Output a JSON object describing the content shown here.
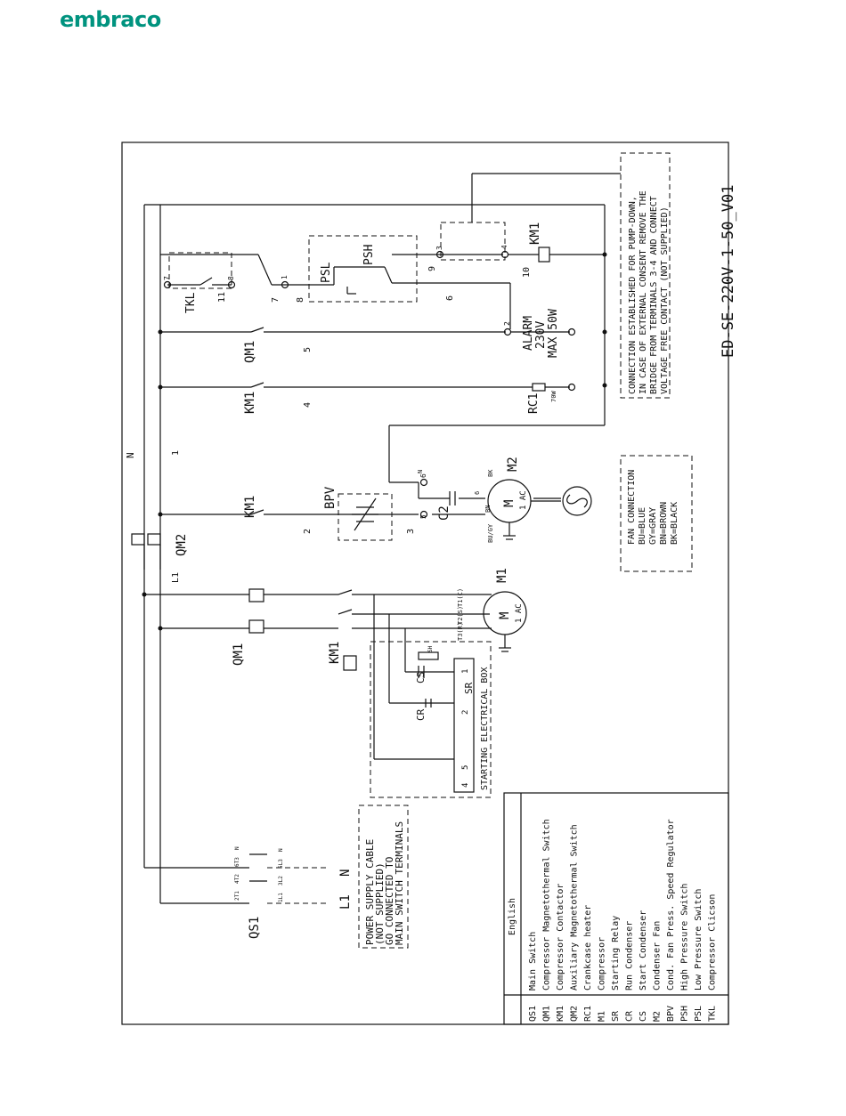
{
  "logo": {
    "text": "embraco",
    "color": "#00937f"
  },
  "drawing_code": "ED-SE-220V-1-50_V01",
  "notes": {
    "pump_down": [
      "CONNECTION ESTABLISHED FOR PUMP-DOWN,",
      "IN CASE OF EXTERNAL CONSENT REMOVE THE",
      "BRIDGE FROM TERMINALS 3-4 AND CONNECT",
      "VOLTAGE FREE CONTACT (NOT SUPPLIED)"
    ],
    "fan_connection": [
      "FAN CONNECTION",
      "BU=BLUE",
      "GY=GRAY",
      "BN=BROWN",
      "BK=BLACK"
    ],
    "power_cable": [
      "POWER SUPPLY CABLE",
      "(NOT SUPPLIED)",
      "GO CONNECTED TO",
      "MAIN SWITCH TERMINALS"
    ]
  },
  "labels": {
    "qs1": "QS1",
    "qm1_main": "QM1",
    "qm1_aux": "QM1",
    "km1_coil": "KM1",
    "km1_contact_bpv": "KM1",
    "km1_contact_rc1": "KM1",
    "km1_contact_4": "KM1",
    "qm2": "QM2",
    "bpv": "BPV",
    "c2": "C2",
    "m2": "M2",
    "m1": "M1",
    "rc1": "RC1",
    "rc1_power": "70W",
    "tkl": "TKL",
    "psl": "PSL",
    "psh": "PSH",
    "alarm": [
      "ALARM",
      "230V",
      "MAX 50W"
    ],
    "cr": "CR",
    "cs": "CS",
    "sr": "SR",
    "sh": "SH",
    "starting_box": "STARTING ELECTRICAL BOX",
    "line_n": "N",
    "line_l1": "L1",
    "motor_m": "M",
    "motor_1ac": "1 AC",
    "t1": "T1(C)",
    "t2": "T2(S)",
    "t3": "T3(R)",
    "qs1_top": [
      "2T1",
      "4T2",
      "6T3",
      "N"
    ],
    "qs1_bot": [
      "1L1",
      "3L2",
      "5L3",
      "N"
    ],
    "wire_numbers": [
      "1",
      "2",
      "3",
      "4",
      "5",
      "6",
      "7",
      "8",
      "9",
      "10",
      "11"
    ],
    "terminal_nums": [
      "1",
      "2",
      "3",
      "4",
      "5",
      "6",
      "7",
      "8"
    ],
    "m2_wires": [
      "BU/GY",
      "BN",
      "BK",
      "N",
      "6",
      "5"
    ],
    "sr_terms": [
      "1",
      "2",
      "4",
      "5"
    ]
  },
  "legend": {
    "header": "English",
    "rows": [
      {
        "code": "QS1",
        "desc": "Main Switch"
      },
      {
        "code": "QM1",
        "desc": "Compressor Magnetothermal Switch"
      },
      {
        "code": "KM1",
        "desc": "Compressor Contactor"
      },
      {
        "code": "QM2",
        "desc": "Auxiliary Magnetothermal Switch"
      },
      {
        "code": "RC1",
        "desc": "Crankcase heater"
      },
      {
        "code": "M1",
        "desc": "Compressor"
      },
      {
        "code": "SR",
        "desc": "Starting Relay"
      },
      {
        "code": "CR",
        "desc": "Run Condenser"
      },
      {
        "code": "CS",
        "desc": "Start Condenser"
      },
      {
        "code": "M2",
        "desc": "Condenser Fan"
      },
      {
        "code": "BPV",
        "desc": "Cond. Fan Press. Speed Regulator"
      },
      {
        "code": "PSH",
        "desc": "High Pressure Switch"
      },
      {
        "code": "PSL",
        "desc": "Low Pressure Switch"
      },
      {
        "code": "TKL",
        "desc": "Compressor Clicson"
      }
    ]
  }
}
